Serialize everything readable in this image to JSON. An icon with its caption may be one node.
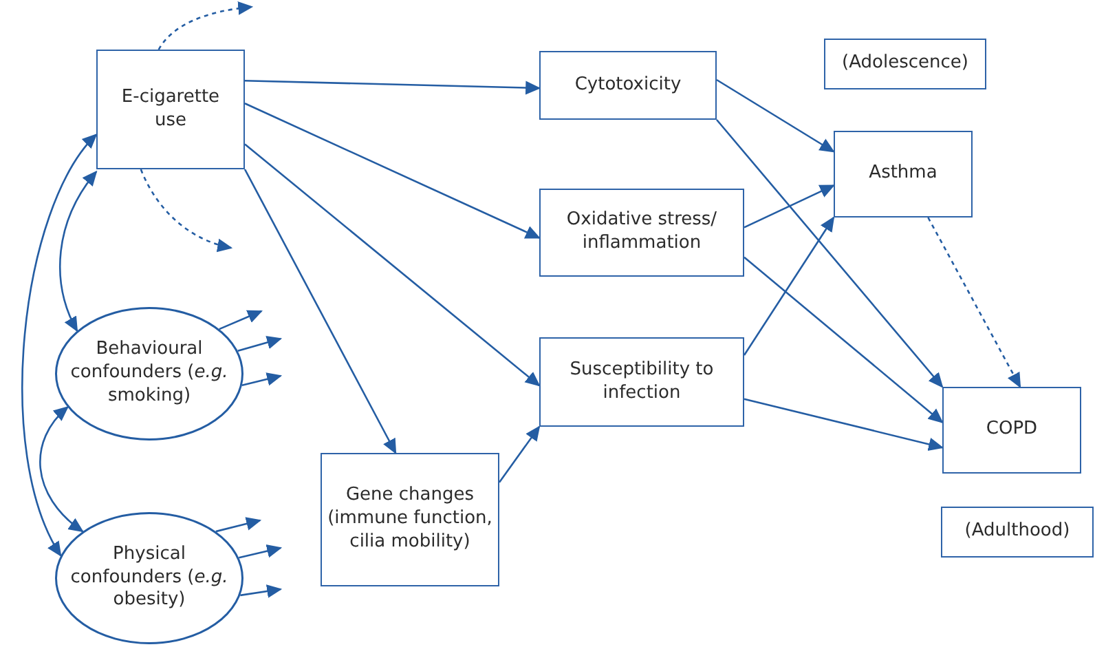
{
  "diagram": {
    "nodes": [
      {
        "text": [
          "E-cigarette use"
        ]
      },
      {
        "text": [
          "Behavioural confounders (*e.g.* smoking)"
        ]
      },
      {
        "text": [
          "Physical confounders (*e.g.* obesity)"
        ]
      },
      {
        "text": [
          "Cytotoxicity"
        ]
      },
      {
        "text": [
          "Oxidative stress/ inflammation"
        ]
      },
      {
        "text": [
          "Susceptibility to infection"
        ]
      },
      {
        "text": [
          "Gene changes (immune function, cilia mobility)"
        ]
      },
      {
        "text": [
          "(Adolescence)"
        ]
      },
      {
        "text": [
          "Asthma"
        ]
      },
      {
        "text": [
          "COPD"
        ]
      },
      {
        "text": [
          "(Adulthood)"
        ]
      }
    ],
    "edges": [
      {
        "from": 0,
        "to": 3,
        "arrow": "to"
      },
      {
        "from": 0,
        "to": 4,
        "arrow": "to"
      },
      {
        "from": 0,
        "to": 5,
        "arrow": "to"
      },
      {
        "from": 0,
        "to": 6,
        "arrow": "to"
      },
      {
        "from": 3,
        "to": 8,
        "arrow": "to"
      },
      {
        "from": 3,
        "to": 9,
        "arrow": "to"
      },
      {
        "from": 4,
        "to": 8,
        "arrow": "to"
      },
      {
        "from": 4,
        "to": 9,
        "arrow": "to"
      },
      {
        "from": 5,
        "to": 8,
        "arrow": "to"
      },
      {
        "from": 5,
        "to": 9,
        "arrow": "to"
      },
      {
        "from": 6,
        "to": 5,
        "arrow": "to"
      },
      {
        "from": 8,
        "to": 9,
        "arrow": "to",
        "style": "dashed"
      },
      {
        "from": 0,
        "to": 1,
        "arrow": "both"
      },
      {
        "from": 0,
        "to": 2,
        "arrow": "both"
      },
      {
        "from": 1,
        "to": 2,
        "arrow": "both"
      },
      {
        "from": 1,
        "to": null,
        "arrow": "to"
      },
      {
        "from": 1,
        "to": null,
        "arrow": "to"
      },
      {
        "from": 1,
        "to": null,
        "arrow": "to"
      },
      {
        "from": 2,
        "to": null,
        "arrow": "to"
      },
      {
        "from": 2,
        "to": null,
        "arrow": "to"
      },
      {
        "from": 2,
        "to": null,
        "arrow": "to"
      },
      {
        "from": 0,
        "to": null,
        "arrow": "to",
        "style": "dashed"
      },
      {
        "from": 0,
        "to": null,
        "arrow": "to",
        "style": "dashed"
      }
    ]
  }
}
